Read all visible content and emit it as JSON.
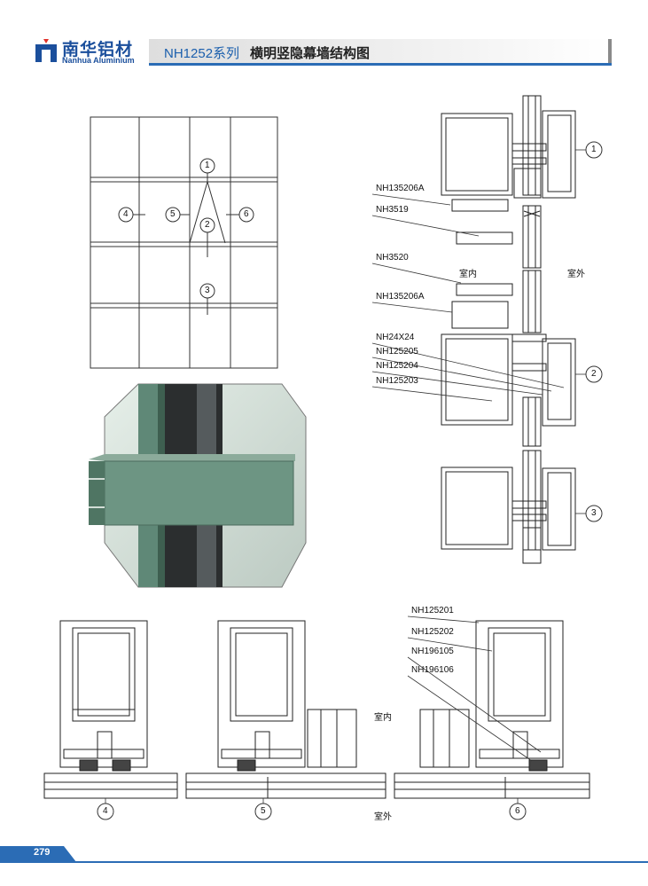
{
  "header": {
    "brand_cn": "南华铝材",
    "brand_en": "Nanhua Aluminium",
    "series": "NH1252系列",
    "title": "横明竖隐幕墙结构图",
    "colors": {
      "brand_blue": "#1b4f9c",
      "accent_blue": "#2b6cb5",
      "logo_red": "#e1322b"
    }
  },
  "callouts": [
    "1",
    "2",
    "3",
    "4",
    "5",
    "6"
  ],
  "labels": {
    "right_column": [
      "NH135206A",
      "NH3519",
      "NH3520",
      "NH135206A",
      "NH24X24",
      "NH125205",
      "NH125204",
      "NH125203"
    ],
    "bottom": [
      "NH125201",
      "NH125202",
      "NH196105",
      "NH196106"
    ]
  },
  "text": {
    "indoor": "室内",
    "outdoor": "室外"
  },
  "footer": {
    "page": "279"
  }
}
